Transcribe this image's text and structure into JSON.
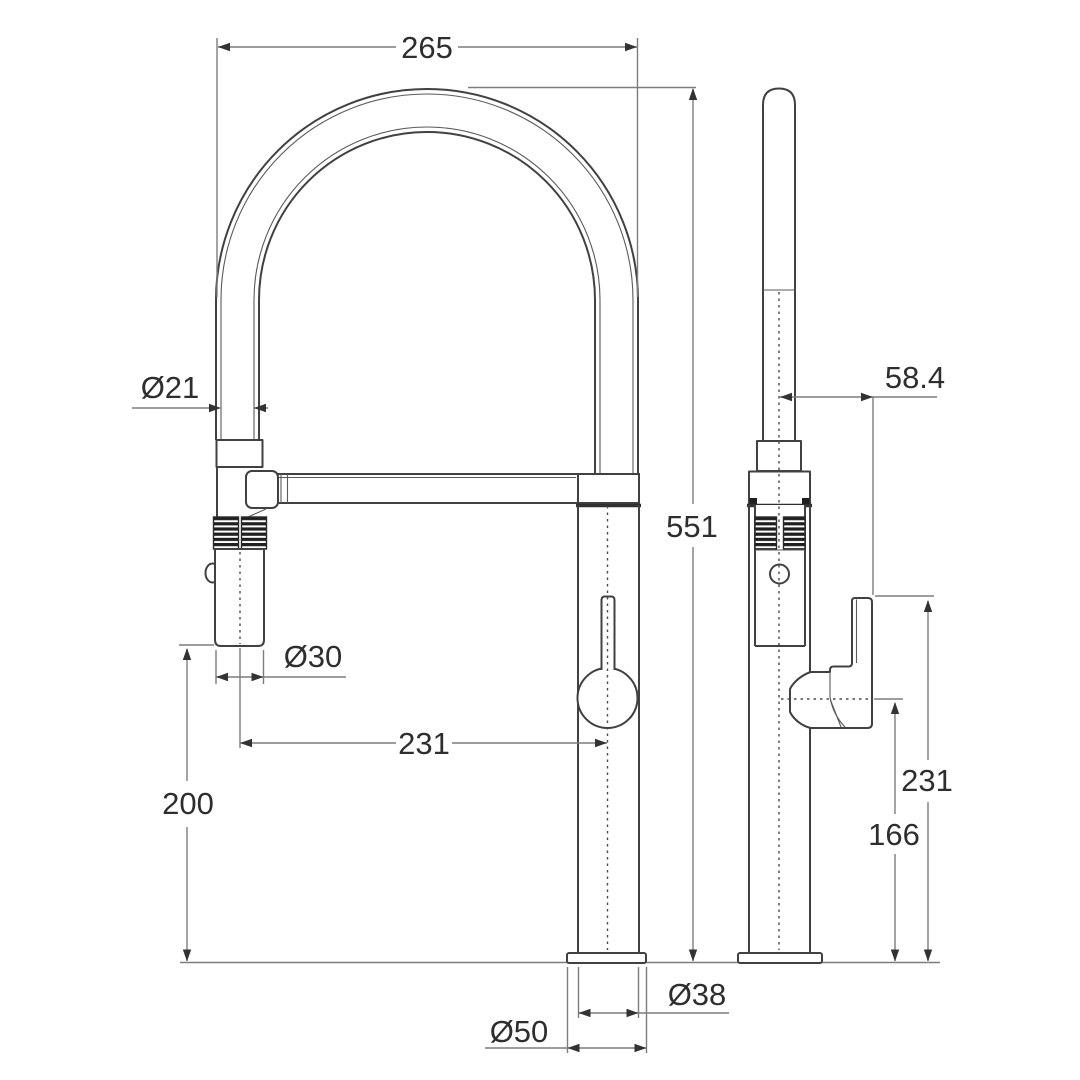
{
  "dims": {
    "overall_width": "265",
    "hose_diameter": "Ø21",
    "overall_height": "551",
    "handle_offset": "58.4",
    "spray_head_diameter": "Ø30",
    "spout_reach": "231",
    "spray_clearance": "200",
    "body_diameter": "Ø38",
    "base_diameter": "Ø50",
    "handle_top_height": "231",
    "handle_pivot_height": "166"
  },
  "colors": {
    "object_line": "#414141",
    "dimension_line": "#7d7d7d",
    "arrow": "#333333",
    "label_text": "#2e2e2e",
    "background": "#ffffff"
  }
}
